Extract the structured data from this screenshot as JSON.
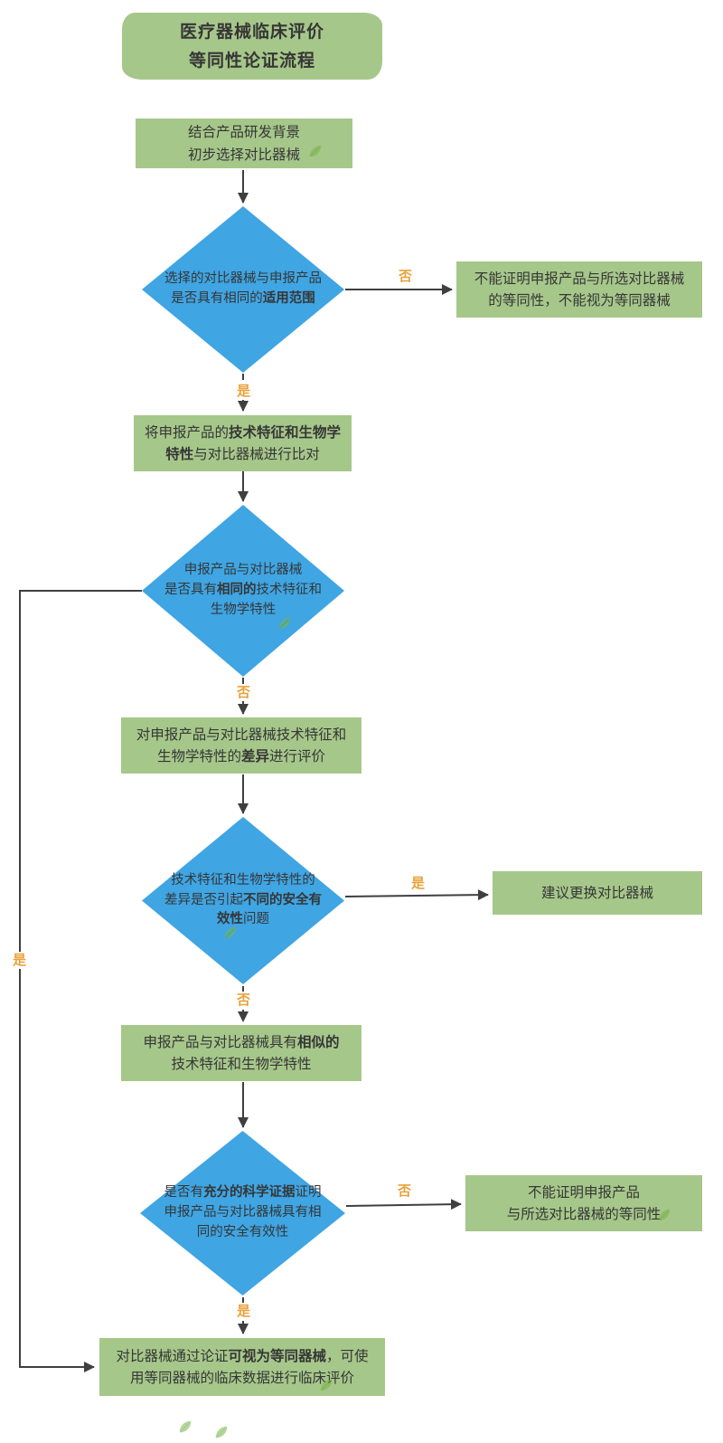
{
  "colors": {
    "box-green": "#a6c78a",
    "diamond-blue": "#3fa5e3",
    "label-orange": "#e9a23c",
    "arrow-color": "#3f3f3f",
    "text-dark": "#363636"
  },
  "labels": {
    "yes": "是",
    "no": "否"
  },
  "title": {
    "lines": [
      [
        {
          "t": "医疗器械临床评价"
        }
      ],
      [
        {
          "t": "等同性论证流程"
        }
      ]
    ]
  },
  "nodes": {
    "start": {
      "lines": [
        [
          {
            "t": "结合产品研发背景"
          }
        ],
        [
          {
            "t": "初步选择对比器械"
          }
        ]
      ]
    },
    "d1": {
      "lines": [
        [
          {
            "t": "选择的对比器械与申报产品"
          }
        ],
        [
          {
            "t": "是否具有相同的"
          },
          {
            "t": "适用范围",
            "b": true
          }
        ]
      ]
    },
    "no1": {
      "lines": [
        [
          {
            "t": "不能证明申报产品与所选对比器械"
          }
        ],
        [
          {
            "t": "的等同性，不能视为等同器械"
          }
        ]
      ]
    },
    "compare": {
      "lines": [
        [
          {
            "t": "将申报产品的"
          },
          {
            "t": "技术特征和生物学",
            "b": true
          }
        ],
        [
          {
            "t": "特性",
            "b": true
          },
          {
            "t": "与对比器械进行比对"
          }
        ]
      ]
    },
    "d2": {
      "lines": [
        [
          {
            "t": "申报产品与对比器械"
          }
        ],
        [
          {
            "t": "是否具有"
          },
          {
            "t": "相同的",
            "b": true
          },
          {
            "t": "技术特征和"
          }
        ],
        [
          {
            "t": "生物学特性"
          }
        ]
      ]
    },
    "evalDiff": {
      "lines": [
        [
          {
            "t": "对申报产品与对比器械技术特征和"
          }
        ],
        [
          {
            "t": "生物学特性的"
          },
          {
            "t": "差异",
            "b": true
          },
          {
            "t": "进行评价"
          }
        ]
      ]
    },
    "d3": {
      "lines": [
        [
          {
            "t": "技术特征和生物学特性的"
          }
        ],
        [
          {
            "t": "差异是否引起"
          },
          {
            "t": "不同的安全有",
            "b": true
          }
        ],
        [
          {
            "t": "效性",
            "b": true
          },
          {
            "t": "问题"
          }
        ]
      ]
    },
    "replace": {
      "lines": [
        [
          {
            "t": "建议更换对比器械"
          }
        ]
      ]
    },
    "similar": {
      "lines": [
        [
          {
            "t": "申报产品与对比器械具有"
          },
          {
            "t": "相似的",
            "b": true
          }
        ],
        [
          {
            "t": "技术特征和生物学特性"
          }
        ]
      ]
    },
    "d4": {
      "lines": [
        [
          {
            "t": "是否有"
          },
          {
            "t": "充分的科学证据",
            "b": true
          },
          {
            "t": "证明"
          }
        ],
        [
          {
            "t": "申报产品与对比器械具有相"
          }
        ],
        [
          {
            "t": "同的安全有效性"
          }
        ]
      ]
    },
    "no2": {
      "lines": [
        [
          {
            "t": "不能证明申报产品"
          }
        ],
        [
          {
            "t": "与所选对比器械的等同性"
          }
        ]
      ]
    },
    "final": {
      "lines": [
        [
          {
            "t": "对比器械通过论证"
          },
          {
            "t": "可视为等同器械",
            "b": true
          },
          {
            "t": "，可使"
          }
        ],
        [
          {
            "t": "用等同器械的临床数据进行临床评价"
          }
        ]
      ]
    }
  },
  "icons": {
    "decoration": "leaf-icon"
  }
}
